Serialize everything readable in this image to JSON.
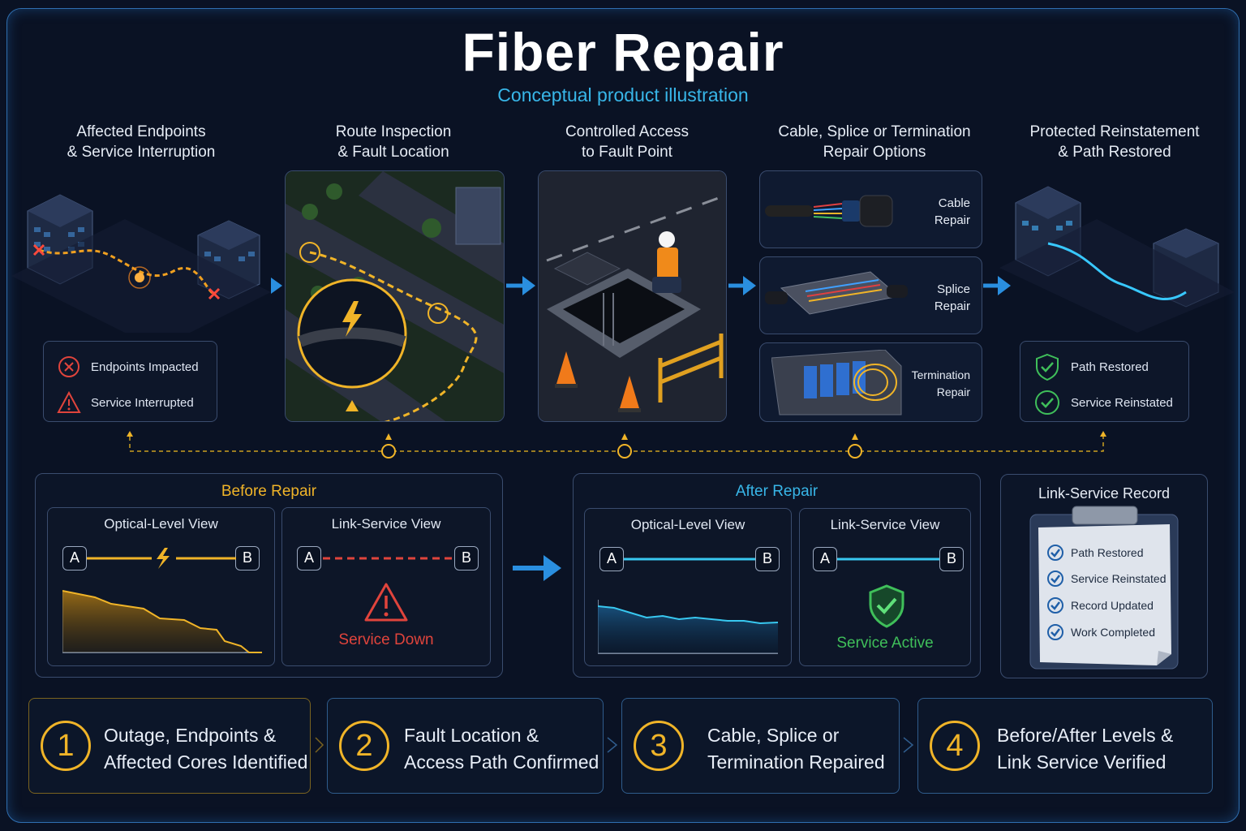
{
  "header": {
    "title": "Fiber Repair",
    "subtitle": "Conceptual product illustration"
  },
  "stages": [
    {
      "line1": "Affected Endpoints",
      "line2": "& Service Interruption"
    },
    {
      "line1": "Route Inspection",
      "line2": "& Fault Location"
    },
    {
      "line1": "Controlled Access",
      "line2": "to Fault Point"
    },
    {
      "line1": "Cable, Splice or Termination",
      "line2": "Repair Options"
    },
    {
      "line1": "Protected Reinstatement",
      "line2": "& Path Restored"
    }
  ],
  "impact_status": {
    "items": [
      "Endpoints Impacted",
      "Service Interrupted"
    ]
  },
  "repair_options": [
    {
      "line1": "Cable",
      "line2": "Repair"
    },
    {
      "line1": "Splice",
      "line2": "Repair"
    },
    {
      "line1": "Termination",
      "line2": "Repair"
    }
  ],
  "restored_status": {
    "items": [
      "Path Restored",
      "Service Reinstated"
    ]
  },
  "before": {
    "title": "Before Repair",
    "optical_title": "Optical-Level View",
    "link_title": "Link-Service View",
    "node_a": "A",
    "node_b": "B",
    "service_status": "Service Down"
  },
  "after": {
    "title": "After Repair",
    "optical_title": "Optical-Level View",
    "link_title": "Link-Service View",
    "node_a": "A",
    "node_b": "B",
    "service_status": "Service Active"
  },
  "record": {
    "title": "Link-Service Record",
    "items": [
      "Path Restored",
      "Service Reinstated",
      "Record Updated",
      "Work Completed"
    ]
  },
  "steps": [
    {
      "number": "1",
      "line1": "Outage, Endpoints &",
      "line2": "Affected Cores Identified"
    },
    {
      "number": "2",
      "line1": "Fault Location &",
      "line2": "Access Path Confirmed"
    },
    {
      "number": "3",
      "line1": "Cable, Splice or",
      "line2": "Termination Repaired"
    },
    {
      "number": "4",
      "line1": "Before/After Levels &",
      "line2": "Link Service Verified"
    }
  ],
  "colors": {
    "accent_blue": "#38b6e8",
    "fault_orange": "#f0b428",
    "alert_red": "#e0443c",
    "ok_green": "#3fbf5a",
    "background": "#0a1224"
  }
}
